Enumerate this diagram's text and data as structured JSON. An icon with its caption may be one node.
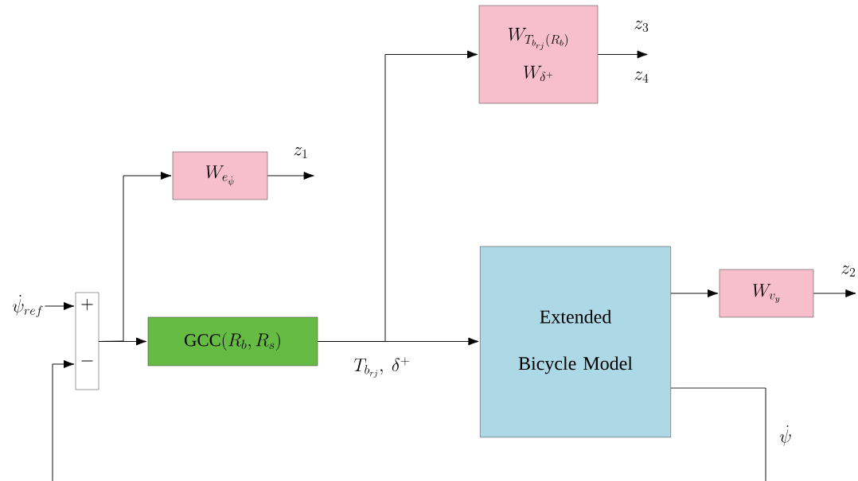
{
  "diagram": {
    "nodes": [
      {
        "text": [
          "\\dot{\\psi}_{ref}"
        ]
      },
      {
        "text": [
          "+",
          "-"
        ]
      },
      {
        "text": [
          "W_{e_{\\dot{\\psi}}}"
        ]
      },
      {
        "text": [
          "\\mathrm{GCC}(R_b,R_s)"
        ]
      },
      {
        "text": [
          "W_{T_{b_{rj}}(R_b)}",
          "W_{\\delta^+}"
        ]
      },
      {
        "text": [
          "Extended Bicycle Model"
        ]
      },
      {
        "text": [
          "W_{v_y}"
        ]
      }
    ],
    "edges": [
      {
        "from": 0,
        "to": 1,
        "arrow": "to"
      },
      {
        "from": 1,
        "to": 3,
        "arrow": "to"
      },
      {
        "from": 1,
        "to": 2,
        "arrow": "to"
      },
      {
        "from": 3,
        "to": 5,
        "arrow": "to",
        "label": "T_{b_{rj}},\\ \\delta^+"
      },
      {
        "from": 3,
        "to": 4,
        "arrow": "to"
      },
      {
        "from": 5,
        "to": 6,
        "arrow": "to"
      },
      {
        "from": 2,
        "to": null,
        "arrow": "to",
        "label": "z_1"
      },
      {
        "from": 4,
        "to": null,
        "arrow": "to",
        "label": "z_3"
      },
      {
        "from": 6,
        "to": null,
        "arrow": "to",
        "label": "z_2"
      },
      {
        "from": 5,
        "to": null,
        "arrow": "none",
        "label": "\\dot{\\psi}"
      },
      {
        "from": null,
        "to": 1,
        "arrow": "to"
      }
    ],
    "labels": [
      "z_4"
    ]
  }
}
